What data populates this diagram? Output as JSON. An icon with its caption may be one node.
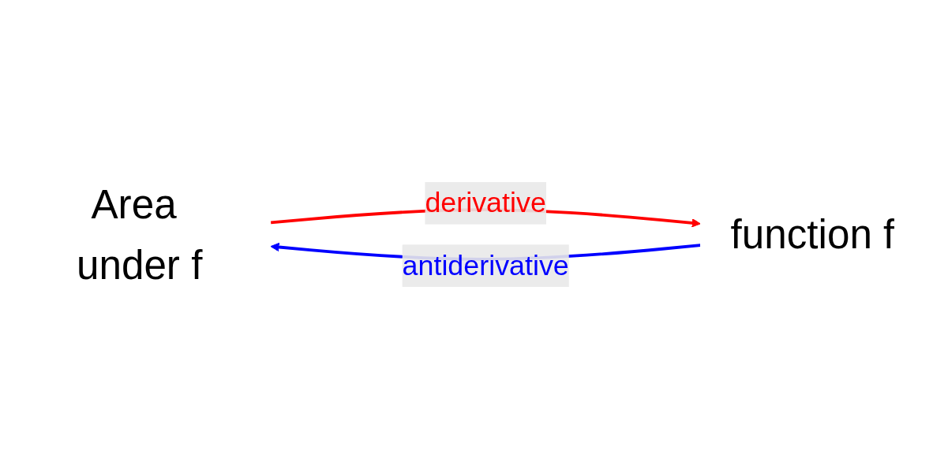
{
  "diagram": {
    "nodes": [
      {
        "text": [
          "Area under f"
        ]
      },
      {
        "text": [
          "function f"
        ]
      }
    ],
    "edges": [
      {
        "from": 0,
        "to": 1,
        "arrow": "to",
        "label": "derivative",
        "color": "#ff0000"
      },
      {
        "from": 1,
        "to": 0,
        "arrow": "to",
        "label": "antiderivative",
        "color": "#0000ff"
      }
    ]
  }
}
